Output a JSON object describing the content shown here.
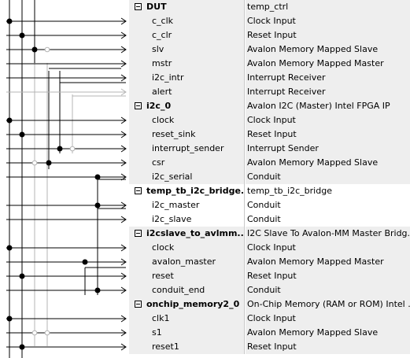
{
  "rows": [
    {
      "type": "instance",
      "name": "DUT",
      "desc": "temp_ctrl"
    },
    {
      "type": "interface",
      "name": "c_clk",
      "desc": "Clock Input"
    },
    {
      "type": "interface",
      "name": "c_clr",
      "desc": "Reset Input"
    },
    {
      "type": "interface",
      "name": "slv",
      "desc": "Avalon Memory Mapped Slave"
    },
    {
      "type": "interface",
      "name": "mstr",
      "desc": "Avalon Memory Mapped Master"
    },
    {
      "type": "interface",
      "name": "i2c_intr",
      "desc": "Interrupt Receiver"
    },
    {
      "type": "interface",
      "name": "alert",
      "desc": "Interrupt Receiver"
    },
    {
      "type": "instance",
      "name": "i2c_0",
      "desc": "Avalon I2C (Master) Intel FPGA IP"
    },
    {
      "type": "interface",
      "name": "clock",
      "desc": "Clock Input"
    },
    {
      "type": "interface",
      "name": "reset_sink",
      "desc": "Reset Input"
    },
    {
      "type": "interface",
      "name": "interrupt_sender",
      "desc": "Interrupt Sender"
    },
    {
      "type": "interface",
      "name": "csr",
      "desc": "Avalon Memory Mapped Slave"
    },
    {
      "type": "interface",
      "name": "i2c_serial",
      "desc": "Conduit"
    },
    {
      "type": "instance",
      "name": "temp_tb_i2c_bridge...",
      "desc": "temp_tb_i2c_bridge"
    },
    {
      "type": "interface",
      "name": "i2c_master",
      "desc": "Conduit"
    },
    {
      "type": "interface",
      "name": "i2c_slave",
      "desc": "Conduit"
    },
    {
      "type": "instance",
      "name": "i2cslave_to_avlmm...",
      "desc": "I2C Slave To Avalon-MM Master Bridg..."
    },
    {
      "type": "interface",
      "name": "clock",
      "desc": "Clock Input"
    },
    {
      "type": "interface",
      "name": "avalon_master",
      "desc": "Avalon Memory Mapped Master"
    },
    {
      "type": "interface",
      "name": "reset",
      "desc": "Reset Input"
    },
    {
      "type": "interface",
      "name": "conduit_end",
      "desc": "Conduit"
    },
    {
      "type": "instance",
      "name": "onchip_memory2_0",
      "desc": "On-Chip Memory (RAM or ROM) Intel ..."
    },
    {
      "type": "interface",
      "name": "clk1",
      "desc": "Clock Input"
    },
    {
      "type": "interface",
      "name": "s1",
      "desc": "Avalon Memory Mapped Slave"
    },
    {
      "type": "interface",
      "name": "reset1",
      "desc": "Reset Input"
    }
  ],
  "colors": {
    "wire": "#000000",
    "wire_faint": "#b4b4b4",
    "row_shade": "#eeeeee",
    "grid_line": "#c8c8c8"
  }
}
